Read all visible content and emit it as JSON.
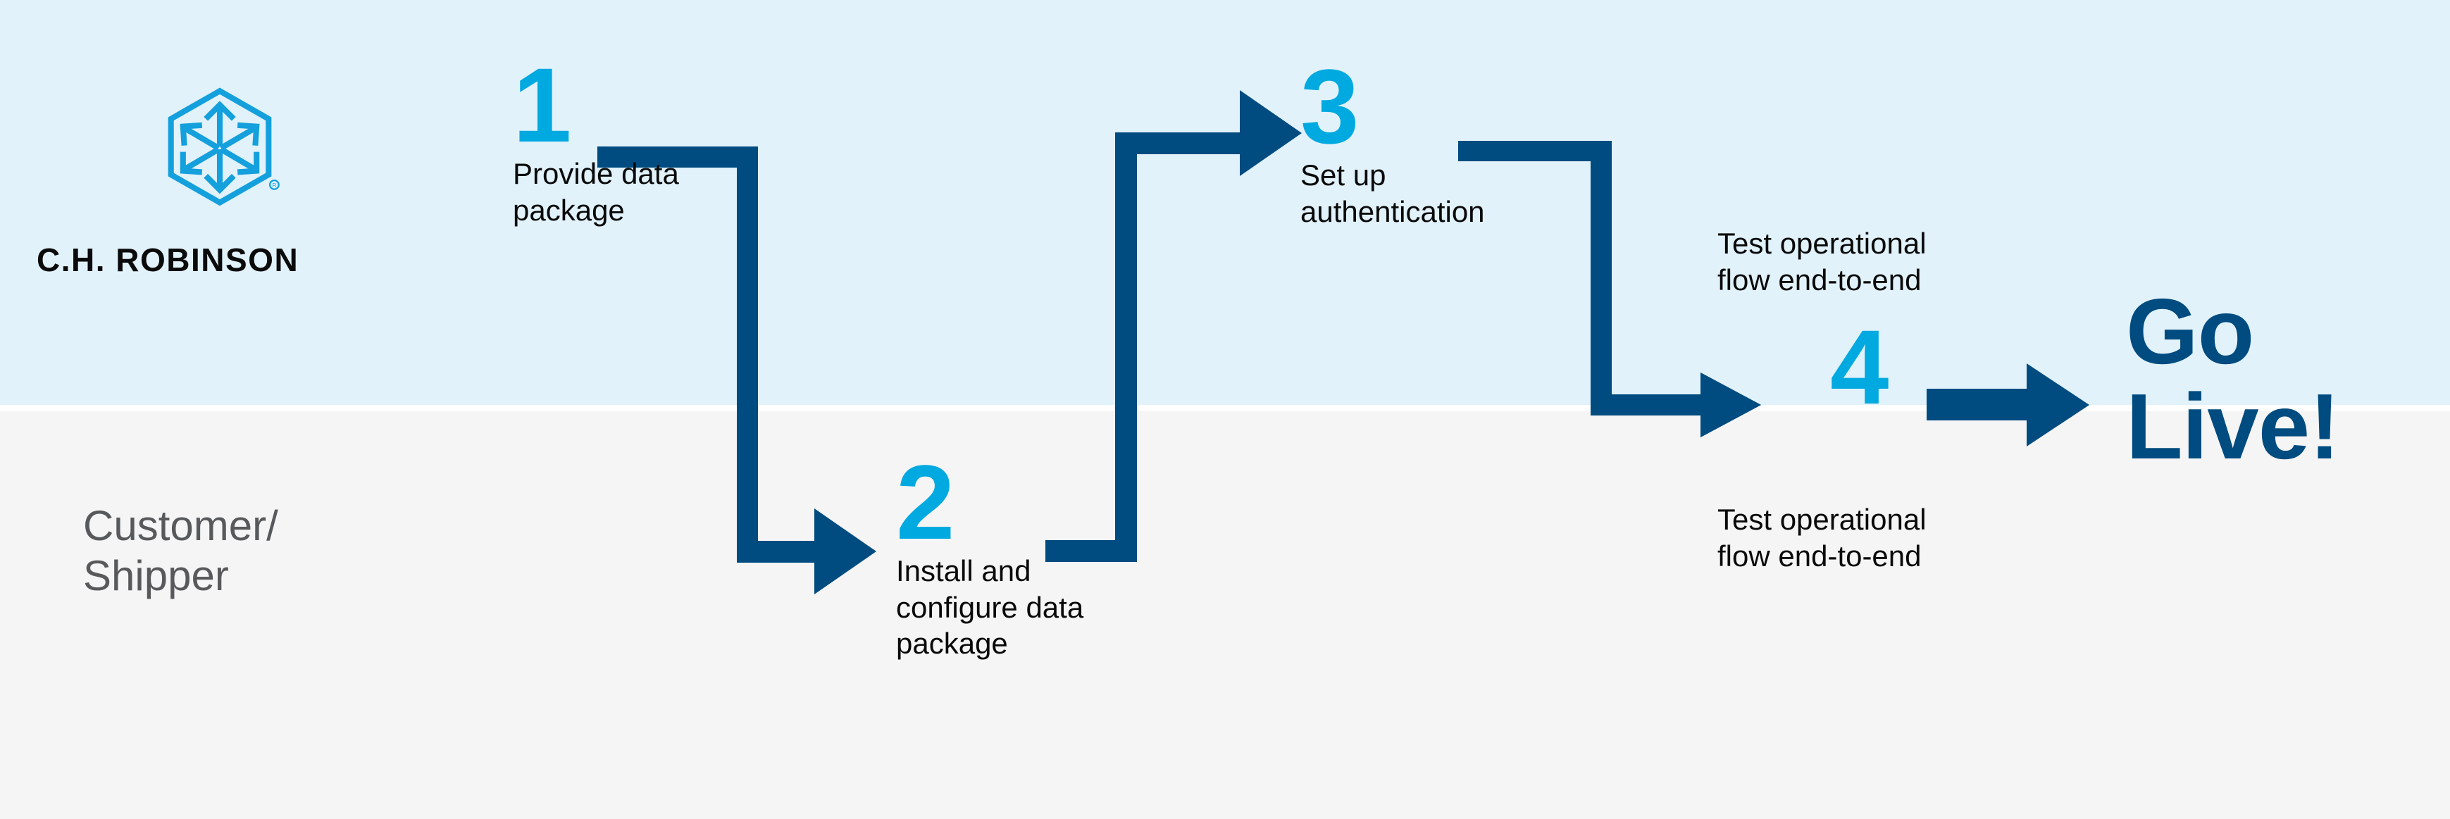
{
  "theme": {
    "band_top_color": "#E1F2FB",
    "band_bottom_color": "#F5F5F6",
    "accent_cyan": "#00A9E0",
    "connector_navy": "#004B7F",
    "label_black": "#0A0A0A",
    "lane_gray": "#58595B"
  },
  "brand": {
    "logo_icon": "hexagon-cube-arrows-logo",
    "registered_mark": "®",
    "name": "C.H. ROBINSON"
  },
  "lanes": {
    "customer": "Customer/\nShipper"
  },
  "process": {
    "steps": [
      {
        "number": "1",
        "label": "Provide data\npackage"
      },
      {
        "number": "2",
        "label": "Install and\nconfigure data\npackage"
      },
      {
        "number": "3",
        "label": "Set up\nauthentication"
      },
      {
        "number": "4",
        "label": "Test operational\nflow end-to-end"
      }
    ],
    "extra_labels": [
      {
        "id": "step3-secondary",
        "label": "Test operational\nflow end-to-end"
      }
    ],
    "connectors": [
      {
        "id": "connector-1-to-2",
        "from": "1",
        "to": "2",
        "shape": "down-right-elbow",
        "arrowhead": true
      },
      {
        "id": "connector-2-to-3",
        "from": "2",
        "to": "3",
        "shape": "up-right-elbow",
        "arrowhead": true
      },
      {
        "id": "connector-3-to-4",
        "from": "3",
        "to": "4",
        "shape": "down-right-elbow",
        "arrowhead": true
      },
      {
        "id": "connector-4-to-golive",
        "from": "4",
        "to": "go-live",
        "shape": "straight-right",
        "arrowhead": true
      }
    ]
  },
  "cta": {
    "text": "Go\nLive!"
  }
}
